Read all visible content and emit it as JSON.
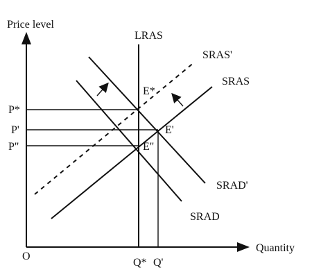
{
  "diagram": {
    "axis_y_label": "Price level",
    "axis_x_label": "Quantity",
    "origin_label": "O",
    "curves": {
      "lras": "LRAS",
      "sras_shifted": "SRAS'",
      "sras": "SRAS",
      "srad_shifted": "SRAD'",
      "srad": "SRAD"
    },
    "points": {
      "e_star": "E*",
      "e_prime": "E'",
      "e_double": "E\""
    },
    "price_ticks": {
      "p_star": "P*",
      "p_prime": "P'",
      "p_double": "P\""
    },
    "quantity_ticks": {
      "q_star": "Q*",
      "q_prime": "Q'"
    }
  }
}
